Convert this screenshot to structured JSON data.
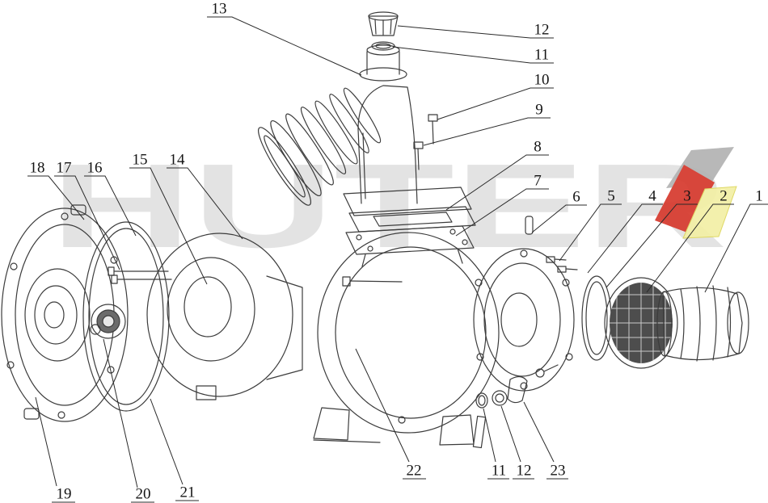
{
  "watermark": {
    "text": "HUTER",
    "gray": "#c9c9c9",
    "logo_gray": "#b3b3b3",
    "red": "#d6392d",
    "yellow": "#f3efa5"
  },
  "diagram": {
    "line_color": "#3c3c3c",
    "leader_color": "#2a2a2a"
  },
  "callouts": [
    {
      "label": "13"
    },
    {
      "label": "12"
    },
    {
      "label": "11"
    },
    {
      "label": "10"
    },
    {
      "label": "9"
    },
    {
      "label": "8"
    },
    {
      "label": "7"
    },
    {
      "label": "6"
    },
    {
      "label": "5"
    },
    {
      "label": "4"
    },
    {
      "label": "3"
    },
    {
      "label": "2"
    },
    {
      "label": "1"
    },
    {
      "label": "18"
    },
    {
      "label": "17"
    },
    {
      "label": "16"
    },
    {
      "label": "15"
    },
    {
      "label": "14"
    },
    {
      "label": "19"
    },
    {
      "label": "20"
    },
    {
      "label": "21"
    },
    {
      "label": "22"
    },
    {
      "label": "11"
    },
    {
      "label": "12"
    },
    {
      "label": "23"
    }
  ]
}
